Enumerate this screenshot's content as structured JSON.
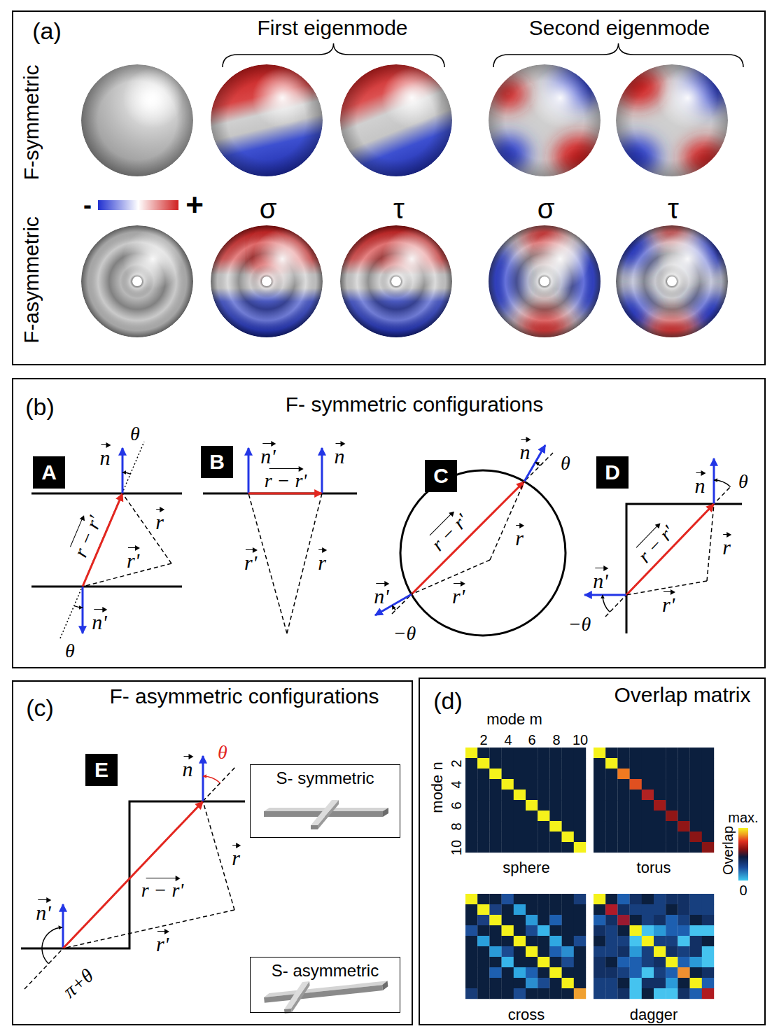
{
  "diagram": {
    "nodes": [
      {
        "text": [
          "(a)"
        ]
      },
      {
        "text": [
          "(b)",
          "F- symmetric configurations"
        ]
      },
      {
        "text": [
          "A"
        ],
        "in": 1
      },
      {
        "text": [
          "B"
        ],
        "in": 1
      },
      {
        "text": [
          "C"
        ],
        "in": 1
      },
      {
        "text": [
          "D"
        ],
        "in": 1
      },
      {
        "text": [
          "(c)",
          "F- asymmetric configurations"
        ]
      },
      {
        "text": [
          "E"
        ],
        "in": 6
      },
      {
        "text": [
          "S- symmetric"
        ],
        "in": 6
      },
      {
        "text": [
          "S- asymmetric"
        ],
        "in": 6
      },
      {
        "text": [
          "(d)",
          "Overlap matrix"
        ]
      }
    ],
    "labels": [
      "F-symmetric",
      "F-asymmetric",
      "First eigenmode",
      "Second eigenmode",
      "σ",
      "τ",
      "σ",
      "τ",
      "-",
      "+",
      "n",
      "θ",
      "r − r'",
      "r",
      "r'",
      "n'",
      "θ",
      "n'",
      "r − r'",
      "n",
      "r'",
      "r",
      "n",
      "θ",
      "r − r'",
      "r",
      "n'",
      "r'",
      "−θ",
      "n",
      "θ",
      "r − r'",
      "r",
      "n'",
      "r'",
      "−θ",
      "n",
      "θ",
      "r",
      "r − r'",
      "n'",
      "r'",
      "π+θ",
      "mode m",
      "2",
      "4",
      "6",
      "8",
      "10",
      "mode n",
      "2",
      "4",
      "6",
      "8",
      "10",
      "sphere",
      "torus",
      "cross",
      "dagger",
      "max.",
      "Overlap",
      "0"
    ]
  }
}
